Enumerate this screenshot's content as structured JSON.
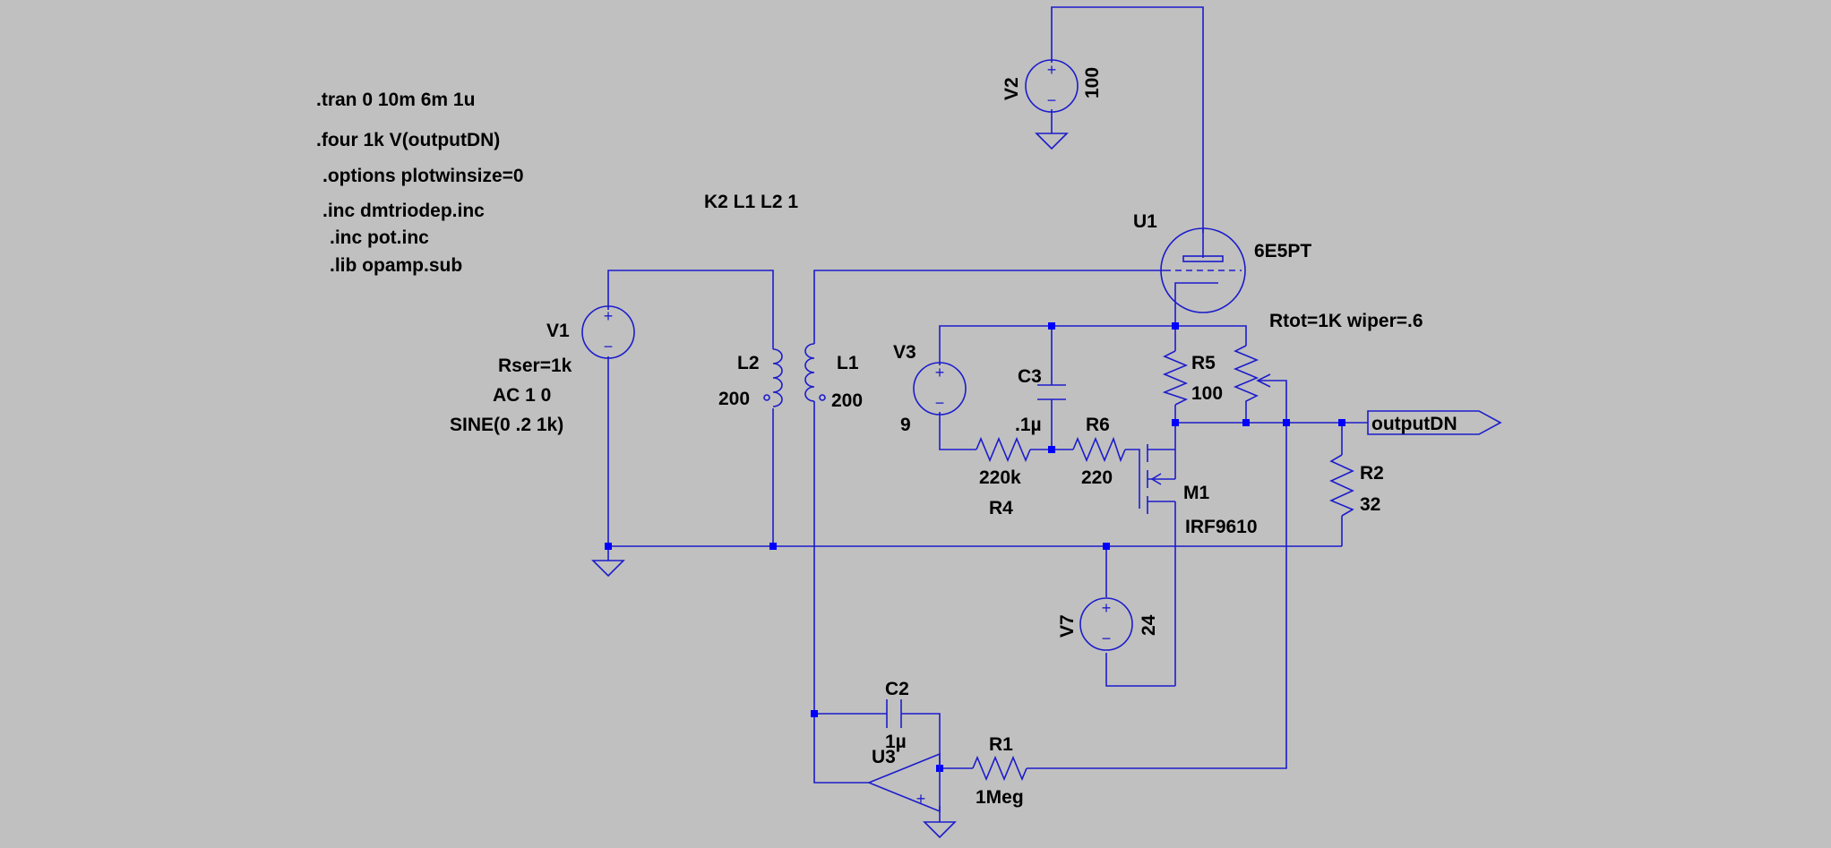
{
  "directives": {
    "tran": ".tran 0 10m 6m 1u",
    "four": ".four 1k V(outputDN)",
    "options": ".options plotwinsize=0",
    "inc_triode": ".inc dmtriodep.inc",
    "inc_pot": ".inc pot.inc",
    "lib_opamp": ".lib opamp.sub",
    "coupling": "K2 L1 L2 1",
    "pot_params": "Rtot=1K wiper=.6"
  },
  "components": {
    "V1": {
      "name": "V1",
      "param1": "Rser=1k",
      "param2": "AC 1 0",
      "param3": "SINE(0 .2 1k)"
    },
    "V2": {
      "name": "V2",
      "value": "100"
    },
    "V3": {
      "name": "V3",
      "value": "9"
    },
    "V7": {
      "name": "V7",
      "value": "24"
    },
    "L1": {
      "name": "L1",
      "value": "200"
    },
    "L2": {
      "name": "L2",
      "value": "200"
    },
    "C2": {
      "name": "C2",
      "value": "1µ"
    },
    "C3": {
      "name": "C3",
      "value": ".1µ"
    },
    "R1": {
      "name": "R1",
      "value": "1Meg"
    },
    "R2": {
      "name": "R2",
      "value": "32"
    },
    "R4": {
      "name": "R4",
      "value": "220k"
    },
    "R5": {
      "name": "R5",
      "value": "100"
    },
    "R6": {
      "name": "R6",
      "value": "220"
    },
    "M1": {
      "name": "M1",
      "value": "IRF9610"
    },
    "U1": {
      "name": "U1",
      "value": "6E5PT"
    },
    "U3": {
      "name": "U3"
    }
  },
  "net_labels": {
    "output": "outputDN"
  },
  "symbols": {
    "plus": "+",
    "minus": "−"
  },
  "colors": {
    "background": "#c0c0c0",
    "wire": "#1c1ccc",
    "junction": "#0000ff",
    "text": "#000000"
  }
}
